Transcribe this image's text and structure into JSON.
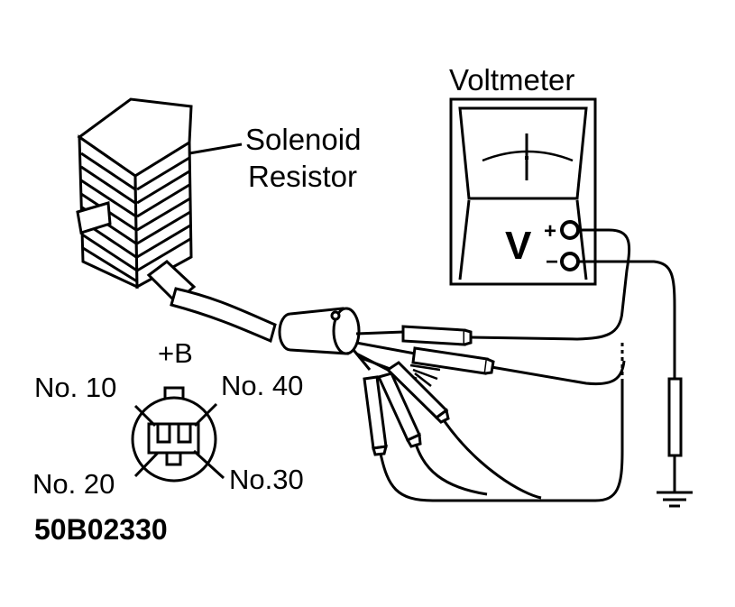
{
  "labels": {
    "voltmeter": "Voltmeter",
    "solenoid_line1": "Solenoid",
    "solenoid_line2": "Resistor",
    "meter_unit": "V",
    "plus": "+",
    "minus": "−",
    "plus_b": "+B",
    "no10": "No. 10",
    "no40": "No. 40",
    "no20": "No. 20",
    "no30": "No.30",
    "figure_code": "50B02330"
  }
}
